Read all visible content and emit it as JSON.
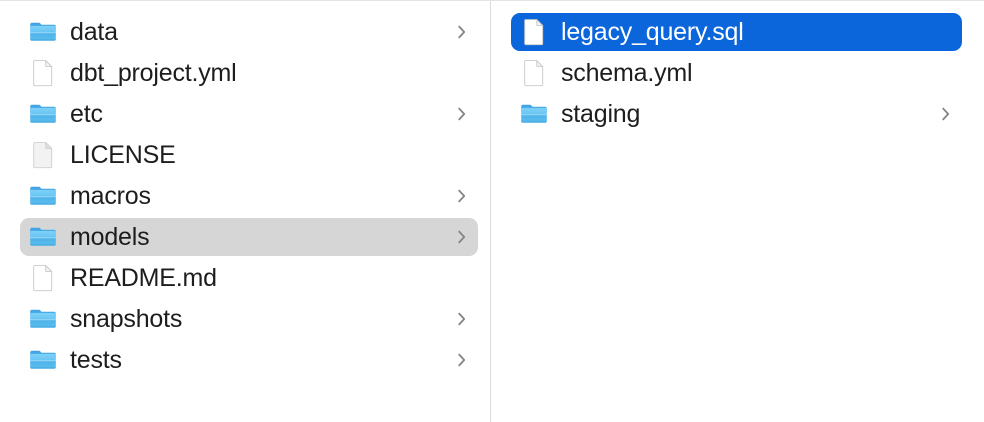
{
  "window": {
    "view": "column-view",
    "app": "Finder"
  },
  "colors": {
    "background": "#ffffff",
    "divider": "#dcdcdc",
    "selection_active": "#0b66db",
    "selection_active_text": "#ffffff",
    "selection_inactive": "#d6d6d6",
    "text": "#1d1d1f",
    "chevron": "#808080",
    "folder_blue": "#56b6ef",
    "folder_blue_dark": "#3aa0e0",
    "document_white": "#ffffff",
    "document_gray": "#f0f0f0"
  },
  "columns": [
    {
      "name": "project-root-column",
      "items": [
        {
          "label": "data",
          "kind": "folder",
          "icon": "folder-icon",
          "has_chevron": true,
          "selected": false,
          "selection_state": "none"
        },
        {
          "label": "dbt_project.yml",
          "kind": "file",
          "icon": "document-icon",
          "has_chevron": false,
          "selected": false,
          "selection_state": "none"
        },
        {
          "label": "etc",
          "kind": "folder",
          "icon": "folder-icon",
          "has_chevron": true,
          "selected": false,
          "selection_state": "none"
        },
        {
          "label": "LICENSE",
          "kind": "file",
          "icon": "document-gray-icon",
          "has_chevron": false,
          "selected": false,
          "selection_state": "none"
        },
        {
          "label": "macros",
          "kind": "folder",
          "icon": "folder-icon",
          "has_chevron": true,
          "selected": false,
          "selection_state": "none"
        },
        {
          "label": "models",
          "kind": "folder",
          "icon": "folder-icon",
          "has_chevron": true,
          "selected": true,
          "selection_state": "inactive"
        },
        {
          "label": "README.md",
          "kind": "file",
          "icon": "document-icon",
          "has_chevron": false,
          "selected": false,
          "selection_state": "none"
        },
        {
          "label": "snapshots",
          "kind": "folder",
          "icon": "folder-icon",
          "has_chevron": true,
          "selected": false,
          "selection_state": "none"
        },
        {
          "label": "tests",
          "kind": "folder",
          "icon": "folder-icon",
          "has_chevron": true,
          "selected": false,
          "selection_state": "none"
        }
      ]
    },
    {
      "name": "models-folder-column",
      "items": [
        {
          "label": "legacy_query.sql",
          "kind": "file",
          "icon": "document-icon",
          "has_chevron": false,
          "selected": true,
          "selection_state": "active"
        },
        {
          "label": "schema.yml",
          "kind": "file",
          "icon": "document-icon",
          "has_chevron": false,
          "selected": false,
          "selection_state": "none"
        },
        {
          "label": "staging",
          "kind": "folder",
          "icon": "folder-icon",
          "has_chevron": true,
          "selected": false,
          "selection_state": "none"
        }
      ]
    }
  ]
}
